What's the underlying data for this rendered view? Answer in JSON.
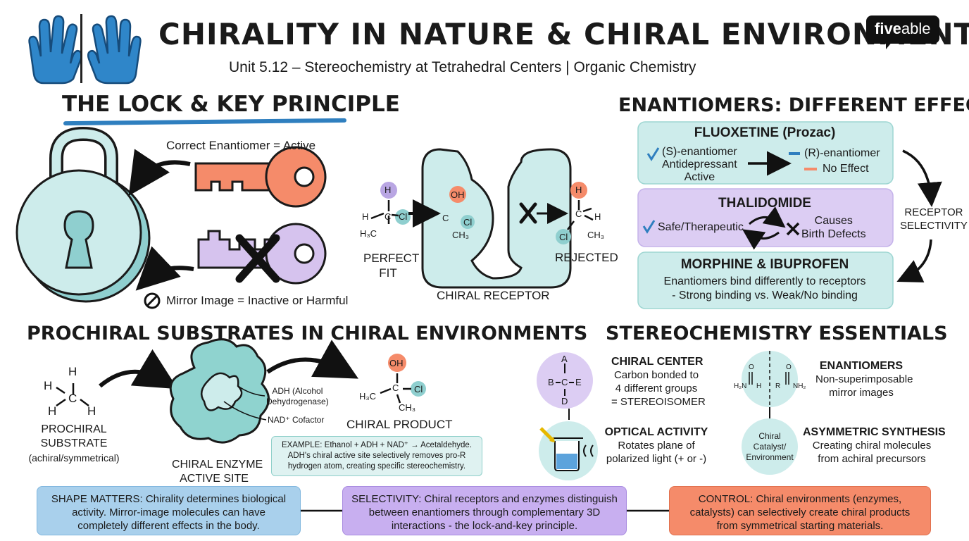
{
  "header": {
    "title": "CHIRALITY IN NATURE & CHIRAL ENVIRONMENTS",
    "subtitle": "Unit 5.12 – Stereochemistry at Tetrahedral Centers | Organic Chemistry",
    "logo_bold": "five",
    "logo_rest": "able"
  },
  "lock_key": {
    "heading": "THE LOCK & KEY PRINCIPLE",
    "correct_label": "Correct Enantiomer = Active",
    "mirror_label": "Mirror Image = Inactive or Harmful",
    "perfect_fit": "PERFECT\nFIT",
    "rejected": "REJECTED",
    "receptor": "CHIRAL RECEPTOR",
    "atoms": {
      "H": "H",
      "OH": "OH",
      "Cl": "Cl",
      "CH3": "CH₃",
      "H3C": "H₃C",
      "C": "C"
    }
  },
  "enantiomers": {
    "heading": "ENANTIOMERS: DIFFERENT EFFECTS",
    "fluoxetine": {
      "title": "FLUOXETINE (Prozac)",
      "s_line1": "(S)-enantiomer",
      "s_line2": "Antidepressant",
      "s_line3": "Active",
      "r_line1": "(R)-enantiomer",
      "r_line2": "No Effect"
    },
    "thalidomide": {
      "title": "THALIDOMIDE",
      "safe": "Safe/Therapeutic",
      "causes1": "Causes",
      "causes2": "Birth Defects"
    },
    "morphine": {
      "title": "MORPHINE & IBUPROFEN",
      "line1": "Enantiomers bind differently to receptors",
      "line2": "- Strong binding vs. Weak/No binding"
    },
    "side_label1": "RECEPTOR",
    "side_label2": "SELECTIVITY"
  },
  "prochiral": {
    "heading": "PROCHIRAL SUBSTRATES IN CHIRAL ENVIRONMENTS",
    "substrate1": "PROCHIRAL",
    "substrate2": "SUBSTRATE",
    "substrate3": "(achiral/symmetrical)",
    "enzyme1": "CHIRAL ENZYME",
    "enzyme2": "ACTIVE SITE",
    "adh1": "ADH (Alcohol",
    "adh2": "Dehydrogenase)",
    "nad": "NAD⁺ Cofactor",
    "product": "CHIRAL PRODUCT",
    "example1": "EXAMPLE: Ethanol + ADH + NAD⁺ → Acetaldehyde.",
    "example2": "ADH's chiral active site selectively removes pro-R",
    "example3": "hydrogen atom, creating specific stereochemistry."
  },
  "essentials": {
    "heading": "STEREOCHEMISTRY ESSENTIALS",
    "chiral_center": {
      "title": "CHIRAL CENTER",
      "l1": "Carbon bonded to",
      "l2": "4 different groups",
      "l3": "= STEREOISOMER",
      "A": "A",
      "B": "B",
      "C": "C",
      "D": "D",
      "E": "E"
    },
    "enantiomers": {
      "title": "ENANTIOMERS",
      "l1": "Non-superimposable",
      "l2": "mirror images",
      "h2n": "H₂N",
      "nh2": "NH₂",
      "h": "H",
      "r": "R",
      "o": "O"
    },
    "optical": {
      "title": "OPTICAL ACTIVITY",
      "l1": "Rotates plane of",
      "l2": "polarized light (+ or -)"
    },
    "asym": {
      "title": "ASYMMETRIC SYNTHESIS",
      "l1": "Creating chiral molecules",
      "l2": "from achiral precursors",
      "c1": "Chiral",
      "c2": "Catalyst/",
      "c3": "Environment"
    }
  },
  "bottom": {
    "shape": "SHAPE MATTERS: Chirality determines biological activity. Mirror-image molecules can have completely different effects in the body.",
    "selectivity": "SELECTIVITY: Chiral receptors and enzymes distinguish between enantiomers through complementary 3D interactions - the lock-and-key principle.",
    "control": "CONTROL: Chiral environments (enzymes, catalysts) can selectively create chiral products from symmetrical starting materials."
  },
  "colors": {
    "teal": "#cdeceb",
    "purple": "#dccdf3",
    "salmon": "#f58b6a",
    "blue": "#2f7fbf",
    "dark": "#1a1a1a"
  }
}
